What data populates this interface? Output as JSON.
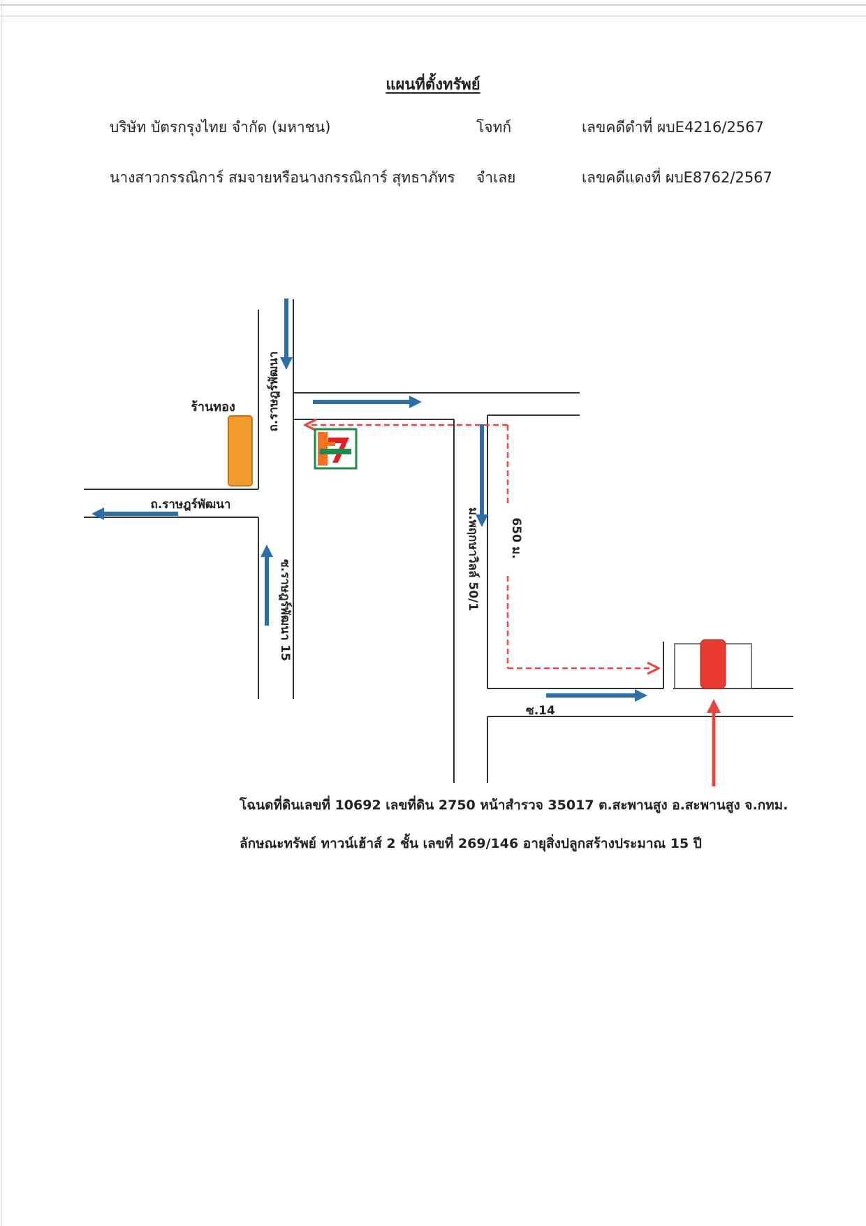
{
  "title": "แผนที่ตั้งทรัพย์",
  "parties": [
    {
      "name": "บริษัท บัตรกรุงไทย จำกัด (มหาชน)",
      "role": "โจทก์",
      "case_label": "เลขคดีดำที่ ผบE4216/2567"
    },
    {
      "name": "นางสาวกรรณิการ์  สมจายหรือนางกรรณิการ์  สุทธาภัทร",
      "role": "จำเลย",
      "case_label": "เลขคดีแดงที่ ผบE8762/2567"
    }
  ],
  "map": {
    "labels": {
      "gold_shop": "ร้านทอง",
      "ratpattana_road": "ถ.ราษฎร์พัฒนา",
      "soi_ratpattana_top": "ถ.ราษฎร์พัฒนา",
      "soi_ratpattana_15": "ซ.ราษฎร์พัฒนา 15",
      "moo_baan": "ม.พฤกษาวิลล์ 50/1",
      "distance": "650 ม.",
      "soi_14": "ซ.14"
    },
    "colors": {
      "road_line": "#333333",
      "traffic_arrow": "#2e6ea6",
      "route": "#e8453c",
      "gold_shop": "#f39a2c",
      "property": "#e63b2e",
      "store_green": "#1e8a4c",
      "store_orange": "#f37021",
      "store_red": "#e31e24"
    },
    "icons": [
      "seven-eleven-logo-icon",
      "gold-shop-marker-icon",
      "property-marker-icon"
    ]
  },
  "deed_info": "โฉนดที่ดินเลขที่ 10692 เลขที่ดิน 2750 หน้าสำรวจ 35017  ต.สะพานสูง อ.สะพานสูง จ.กทม.",
  "property_info": "ลักษณะทรัพย์ ทาวน์เฮ้าส์ 2 ชั้น  เลขที่ 269/146  อายุสิ่งปลูกสร้างประมาณ  15  ปี"
}
